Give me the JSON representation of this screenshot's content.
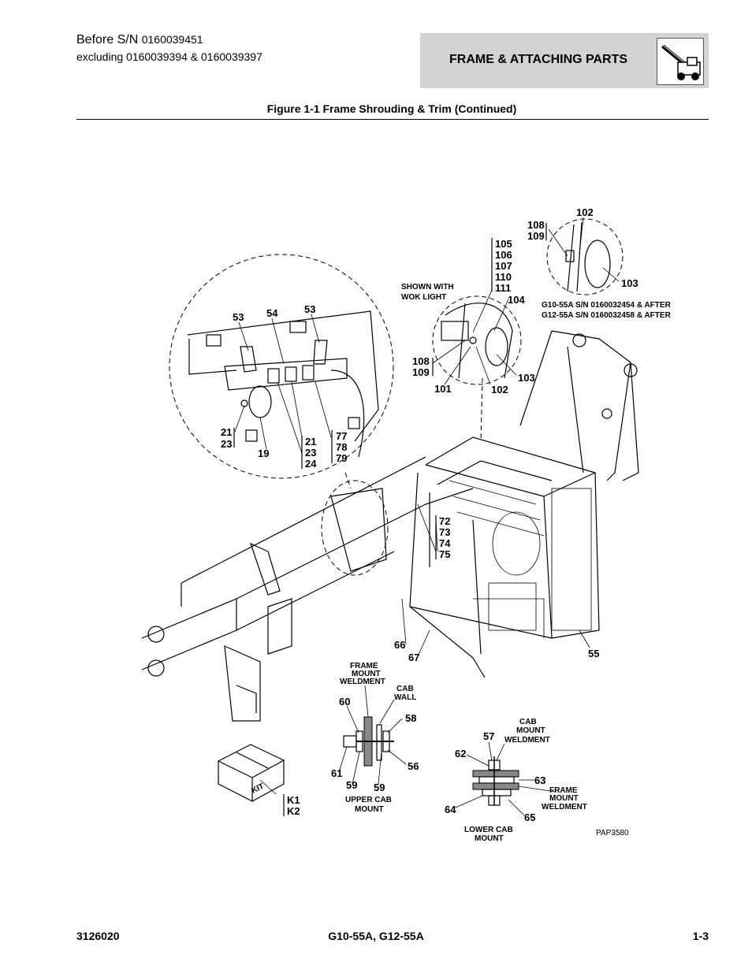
{
  "header": {
    "serial_line_label": "Before S/N",
    "serial_line_number": "0160039451",
    "exclusion_line": "excluding 0160039394 & 0160039397",
    "section_title": "FRAME & ATTACHING PARTS",
    "section_icon": "telehandler-icon"
  },
  "figure": {
    "title": "Figure 1-1 Frame Shrouding & Trim (Continued)",
    "notes": {
      "shown_with_1": "SHOWN WITH",
      "shown_with_2": "WOK LIGHT",
      "serial_1": "G10-55A S/N 0160032454 & AFTER",
      "serial_2": "G12-55A S/N 0160032458 & AFTER",
      "frame_mount_1": "FRAME",
      "frame_mount_2": "MOUNT",
      "frame_mount_3": "WELDMENT",
      "cab_wall_1": "CAB",
      "cab_wall_2": "WALL",
      "cab_mount_1": "CAB",
      "cab_mount_2": "MOUNT",
      "cab_mount_3": "WELDMENT",
      "frame_mount_b1": "FRAME",
      "frame_mount_b2": "MOUNT",
      "frame_mount_b3": "WELDMENT",
      "upper_cab_1": "UPPER CAB",
      "upper_cab_2": "MOUNT",
      "lower_cab_1": "LOWER CAB",
      "lower_cab_2": "MOUNT",
      "kit": "KIT",
      "code": "PAP3580"
    },
    "callouts": {
      "c102a": "102",
      "c108a": "108",
      "c109a": "109",
      "c103a": "103",
      "c105": "105",
      "c106": "106",
      "c107": "107",
      "c110": "110",
      "c111": "111",
      "c104": "104",
      "c108b": "108",
      "c109b": "109",
      "c101": "101",
      "c102b": "102",
      "c103b": "103",
      "c53a": "53",
      "c54": "54",
      "c53b": "53",
      "c21a": "21",
      "c23a": "23",
      "c19": "19",
      "c21b": "21",
      "c23b": "23",
      "c24": "24",
      "c77": "77",
      "c78": "78",
      "c79": "79",
      "c72": "72",
      "c73": "73",
      "c74": "74",
      "c75": "75",
      "c66": "66",
      "c67": "67",
      "c55": "55",
      "c60": "60",
      "c58": "58",
      "c61": "61",
      "c56": "56",
      "c59a": "59",
      "c59b": "59",
      "c57": "57",
      "c62": "62",
      "c63": "63",
      "c64": "64",
      "c65": "65",
      "ck1": "K1",
      "ck2": "K2"
    }
  },
  "footer": {
    "doc_number": "3126020",
    "models": "G10-55A, G12-55A",
    "page": "1-3"
  }
}
